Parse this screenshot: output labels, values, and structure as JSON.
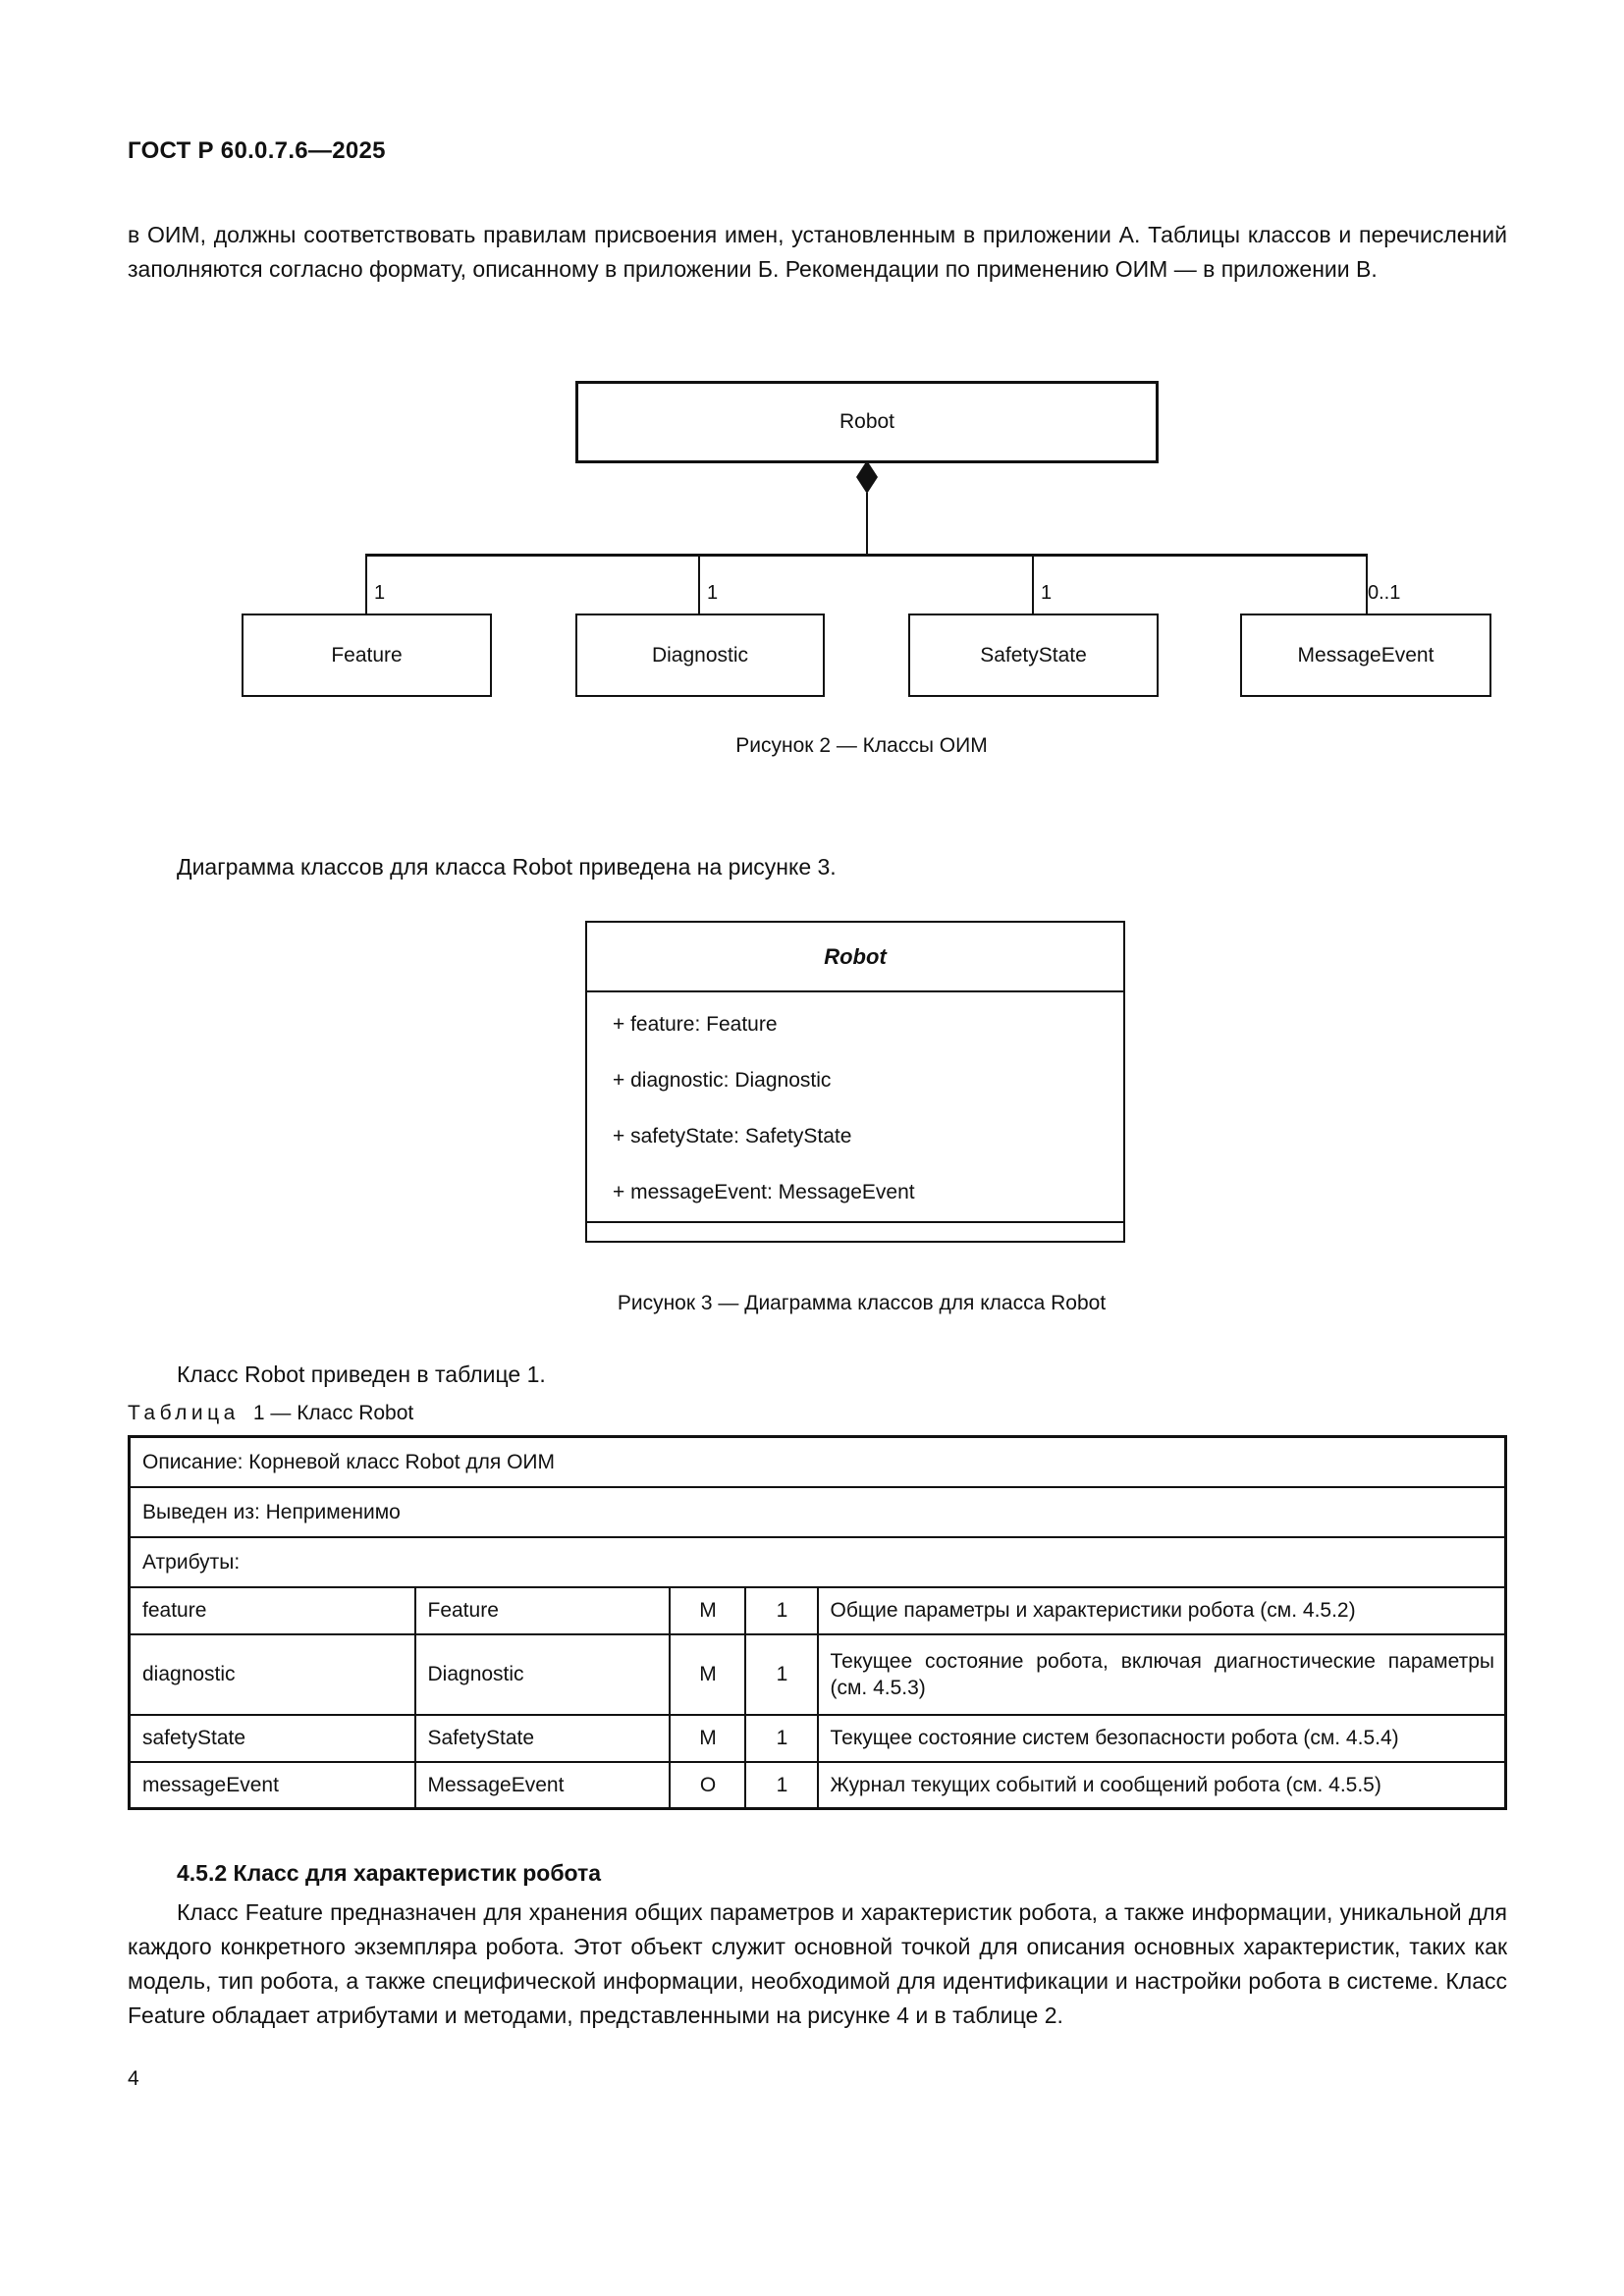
{
  "page": {
    "header": "ГОСТ Р 60.0.7.6—2025",
    "intro_paragraph": "в ОИМ, должны соответствовать правилам присвоения имен, установленным в приложении А. Таблицы классов и перечислений заполняются согласно формату, описанному в приложении Б. Рекомендации по применению ОИМ — в приложении В.",
    "page_number": "4"
  },
  "figure2": {
    "root_label": "Robot",
    "children": [
      {
        "label": "Feature",
        "multiplicity": "1"
      },
      {
        "label": "Diagnostic",
        "multiplicity": "1"
      },
      {
        "label": "SafetyState",
        "multiplicity": "1"
      },
      {
        "label": "MessageEvent",
        "multiplicity": "0..1"
      }
    ],
    "caption": "Рисунок 2 — Классы ОИМ"
  },
  "between_text": "Диаграмма классов для класса Robot приведена на рисунке 3.",
  "figure3": {
    "title": "Robot",
    "attributes": [
      "+ feature: Feature",
      "+ diagnostic: Diagnostic",
      "+ safetyState: SafetyState",
      "+ messageEvent: MessageEvent"
    ],
    "caption": "Рисунок 3 — Диаграмма классов для класса Robot"
  },
  "table_intro": "Класс Robot приведен в таблице 1.",
  "table1": {
    "label_word": "Таблица",
    "label_rest": "1 — Класс Robot",
    "description_row": "Описание: Корневой класс Robot для ОИМ",
    "derived_row": "Выведен из: Неприменимо",
    "attributes_row": "Атрибуты:",
    "rows": [
      {
        "name": "feature",
        "type": "Feature",
        "req": "M",
        "card": "1",
        "desc": "Общие параметры и характеристики робота (см. 4.5.2)"
      },
      {
        "name": "diagnostic",
        "type": "Diagnostic",
        "req": "M",
        "card": "1",
        "desc": "Текущее состояние робота, включая диагностические параметры (см. 4.5.3)"
      },
      {
        "name": "safetyState",
        "type": "SafetyState",
        "req": "M",
        "card": "1",
        "desc": "Текущее состояние систем безопасности робота (см. 4.5.4)"
      },
      {
        "name": "messageEvent",
        "type": "MessageEvent",
        "req": "O",
        "card": "1",
        "desc": "Журнал текущих событий и сообщений робота (см. 4.5.5)"
      }
    ]
  },
  "section": {
    "heading": "4.5.2 Класс для характеристик робота",
    "body": "Класс Feature предназначен для хранения общих параметров и характеристик робота, а также информации, уникальной для каждого конкретного экземпляра робота. Этот объект служит основной точкой для описания основных характеристик, таких как модель, тип робота, а также специфической информации, необходимой для идентификации и настройки робота в системе. Класс Feature обладает атрибутами и методами, представленными на рисунке 4 и в таблице 2."
  }
}
